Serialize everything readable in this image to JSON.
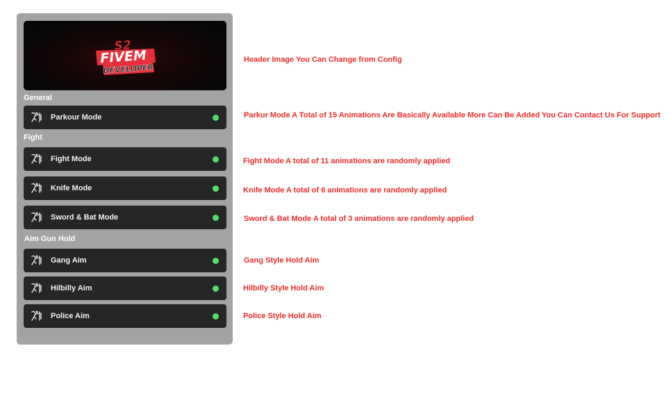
{
  "header": {
    "logo_top": "S2",
    "logo_mid": "FIVEM",
    "logo_bottom": "DEVELOPER"
  },
  "sections": {
    "general": "General",
    "fight": "Fight",
    "aim": "Aim Gun Hold"
  },
  "items": {
    "parkour": {
      "label": "Parkour Mode",
      "icon": "parkour-icon",
      "status": "active"
    },
    "fight": {
      "label": "Fight Mode",
      "icon": "fight-icon",
      "status": "active"
    },
    "knife": {
      "label": "Knife Mode",
      "icon": "knife-icon",
      "status": "active"
    },
    "sword": {
      "label": "Sword & Bat Mode",
      "icon": "sword-icon",
      "status": "active"
    },
    "gang": {
      "label": "Gang Aim",
      "icon": "gang-aim-icon",
      "status": "active"
    },
    "hilbilly": {
      "label": "Hilbilly Aim",
      "icon": "hilbilly-aim-icon",
      "status": "active"
    },
    "police": {
      "label": "Police Aim",
      "icon": "police-aim-icon",
      "status": "active"
    }
  },
  "notes": {
    "header": "Header Image You Can Change from Config",
    "parkour": "Parkur Mode A Total of 15 Animations Are Basically Available More Can Be Added You Can Contact Us For Support",
    "fight": "Fight Mode A total of 11 animations are randomly applied",
    "knife": "Knife Mode A total of 6 animations are randomly applied",
    "sword": "Sword & Bat Mode A total of 3 animations are randomly applied",
    "gang": "Gang Style Hold Aim",
    "hilbilly": "Hilbilly Style Hold Aim",
    "police": "Police Style Hold Aim"
  },
  "colors": {
    "panel": "#a3a3a3",
    "row": "#262626",
    "active_dot": "#4ee06a",
    "annotation": "#ec2b2b",
    "logo_red": "#e8303a"
  }
}
